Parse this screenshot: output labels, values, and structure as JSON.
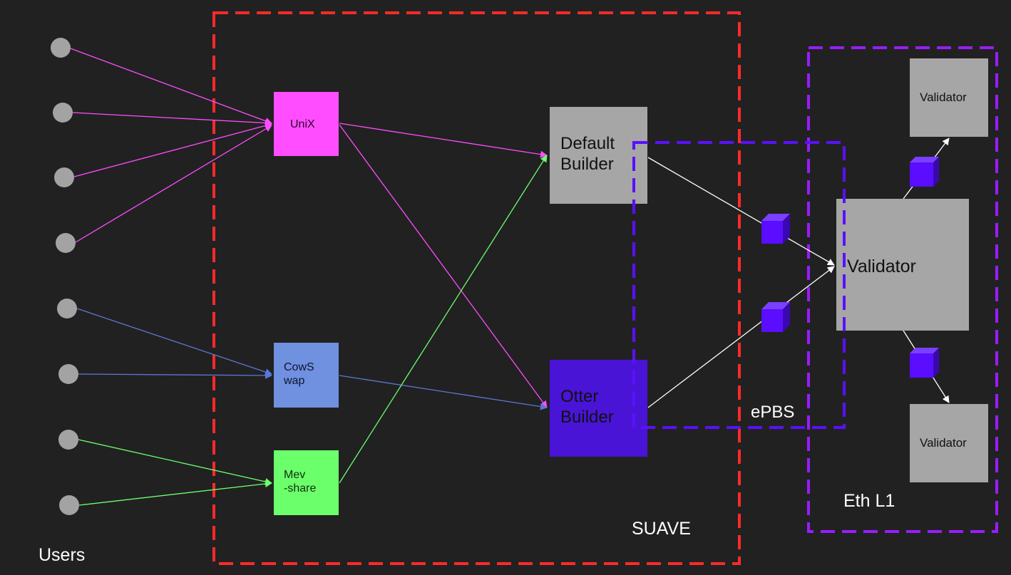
{
  "regions": {
    "suave": {
      "label": "SUAVE",
      "color": "#ff2a2a"
    },
    "epbs": {
      "label": "ePBS",
      "color": "#5a10ff"
    },
    "eth_l1": {
      "label": "Eth L1",
      "color": "#9a1cff"
    }
  },
  "users_label": "Users",
  "nodes": {
    "unix": {
      "label": "UniX",
      "color": "#ff4dff"
    },
    "cowswap": {
      "label": "CowS\nwap",
      "color": "#7090e0"
    },
    "mevshare": {
      "label": "Mev\n-share",
      "color": "#6cff6c"
    },
    "default_builder": {
      "label": "Default\nBuilder",
      "color": "#a6a6a6"
    },
    "otter_builder": {
      "label": "Otter\nBuilder",
      "color": "#4a14d6"
    },
    "validator_main": {
      "label": "Validator",
      "color": "#a6a6a6"
    },
    "validator_top": {
      "label": "Validator",
      "color": "#a6a6a6"
    },
    "validator_bottom": {
      "label": "Validator",
      "color": "#a6a6a6"
    }
  },
  "edge_colors": {
    "unix": "#ff4dff",
    "cowswap": "#5a78d8",
    "mevshare": "#6cff6c",
    "block": "#ffffff"
  },
  "user_color": "#a3a3a3",
  "block_color": "#5a0dff"
}
